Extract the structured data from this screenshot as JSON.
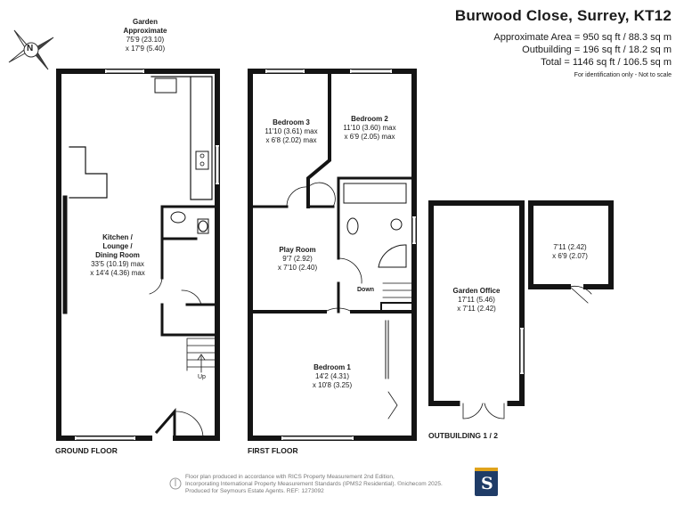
{
  "header": {
    "title": "Burwood Close, Surrey, KT12",
    "area_main": "Approximate Area = 950 sq ft / 88.3 sq m",
    "area_outbuilding": "Outbuilding = 196 sq ft / 18.2 sq m",
    "area_total": "Total = 1146 sq ft / 106.5 sq m",
    "disclaimer": "For identification only - Not to scale"
  },
  "compass": {
    "letter": "N"
  },
  "garden": {
    "name_1": "Garden",
    "name_2": "Approximate",
    "size": "75'9 (23.10)",
    "size_2": "x 17'9 (5.40)"
  },
  "ground_floor": {
    "label": "GROUND FLOOR",
    "kitchen": {
      "name_1": "Kitchen /",
      "name_2": "Lounge /",
      "name_3": "Dining Room",
      "dim_1": "33'5 (10.19) max",
      "dim_2": "x 14'4 (4.36) max"
    },
    "stair_label": "Up"
  },
  "first_floor": {
    "label": "FIRST FLOOR",
    "bedroom3": {
      "name": "Bedroom 3",
      "dim_1": "11'10 (3.61) max",
      "dim_2": "x 6'8 (2.02) max"
    },
    "bedroom2": {
      "name": "Bedroom 2",
      "dim_1": "11'10 (3.60) max",
      "dim_2": "x 6'9 (2.05) max"
    },
    "playroom": {
      "name": "Play Room",
      "dim_1": "9'7 (2.92)",
      "dim_2": "x 7'10 (2.40)"
    },
    "bedroom1": {
      "name": "Bedroom 1",
      "dim_1": "14'2 (4.31)",
      "dim_2": "x 10'8 (3.25)"
    },
    "stair_label": "Down"
  },
  "outbuilding": {
    "label": "OUTBUILDING 1 / 2",
    "office": {
      "name": "Garden Office",
      "dim_1": "17'11 (5.46)",
      "dim_2": "x 7'11 (2.42)"
    },
    "store": {
      "dim_1": "7'11 (2.42)",
      "dim_2": "x 6'9 (2.07)"
    }
  },
  "footer": {
    "line_1": "Floor plan produced in accordance with RICS Property Measurement 2nd Edition,",
    "line_2": "Incorporating International Property Measurement Standards (IPMS2 Residential). ©nichecom 2025.",
    "line_3": "Produced for Seymours Estate Agents.   REF: 1273092",
    "logo_letter": "S"
  },
  "colors": {
    "wall": "#141414",
    "logo_bg": "#1f3c67",
    "logo_accent": "#e0a31b"
  }
}
